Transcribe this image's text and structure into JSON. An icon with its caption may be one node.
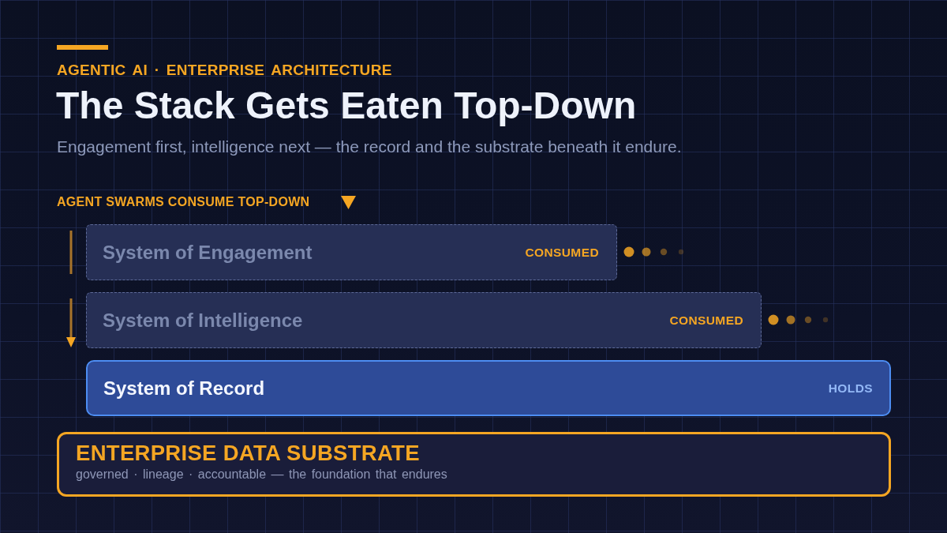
{
  "diagram": {
    "title": "The Stack Gets Eaten Top-Down",
    "nodes": [
      {
        "text": [
          "System of Engagement",
          "CONSUMED"
        ]
      },
      {
        "text": [
          "System of Intelligence",
          "CONSUMED"
        ]
      },
      {
        "text": [
          "System of Record",
          "HOLDS"
        ]
      },
      {
        "text": [
          "ENTERPRISE DATA SUBSTRATE",
          "governed · lineage · accountable — the foundation that endures"
        ]
      }
    ],
    "labels": [
      "AGENTIC AI · ENTERPRISE ARCHITECTURE",
      "Engagement first, intelligence next — the record and the substrate beneath it endure.",
      "AGENT SWARMS CONSUME TOP-DOWN"
    ]
  }
}
